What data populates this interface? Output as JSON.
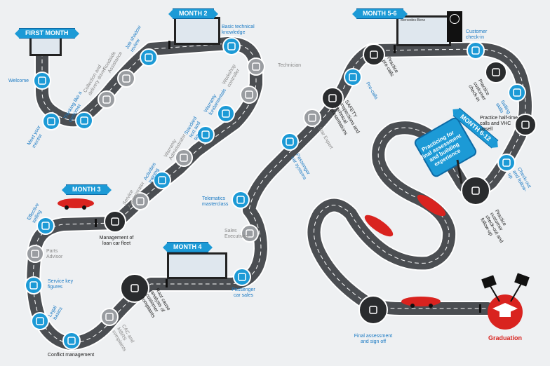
{
  "flags": {
    "first_month": "FIRST MONTH",
    "month2": "MONTH 2",
    "month3": "MONTH 3",
    "month4": "MONTH 4",
    "month56": "MONTH 5-6",
    "month612": "MONTH 6-12"
  },
  "billboard_text": "Mercedes-Benz",
  "sign_text": "Practicing for final assessment and building experience",
  "labels": {
    "welcome": "Welcome",
    "meet_mentor": "Meet your mentor",
    "thinking_customer": "Thinking like a customer",
    "collection_delivery": "Collection and delivery driver",
    "roadside": "Roadside Assistance",
    "job_shadow": "Job shadow review",
    "basic_tech": "Basic technical knowledge",
    "technician": "Technician",
    "workshop": "Workshop controller",
    "warranty_fund": "Warranty fundamentals",
    "standard_text": "Standard text and time",
    "warranty_admin": "Warranty Administrator",
    "activities": "Activities training",
    "service_admin": "Service Administrator",
    "mgmt_loan": "Management of loan car fleet",
    "effective_selling": "Effective selling",
    "parts_advisor": "Parts Advisor",
    "service_key": "Service key figures",
    "legal_basics": "Legal basics",
    "conflict": "Conflict management",
    "cac_mbrs": "CAC and MBRS complaints",
    "root_cause": "Root cause analysis of customer complaints",
    "passenger_car": "Passenger car sales",
    "sales_exec": "Sales Executives",
    "telematics": "Telematics masterclass",
    "passenger_systems": "Passenger car systems",
    "star_expert": "Star Expert",
    "safety": "SAFETY inspections and technical presentations",
    "pre_calls": "Pre-calls",
    "practice_pre_calls": "Practice pre-calls",
    "customer_checkin": "Customer check-in",
    "practice_checkin": "Practice customer check-in",
    "selling_skills": "Selling skills",
    "practice_half": "Practice half-time calls and VHC upsell",
    "checkout": "Check-out and follow-up",
    "practice_checkout": "Practice customer check-out and follow-up",
    "final": "Final assessment and sign off",
    "graduation": "Graduation"
  },
  "colors": {
    "road": "#4b4e52",
    "road_edge": "#ffffff",
    "accent_blue": "#1c9ad6",
    "node_dark": "#2a2c2e",
    "node_grey": "#9a9da1",
    "car_red": "#d9231f"
  }
}
